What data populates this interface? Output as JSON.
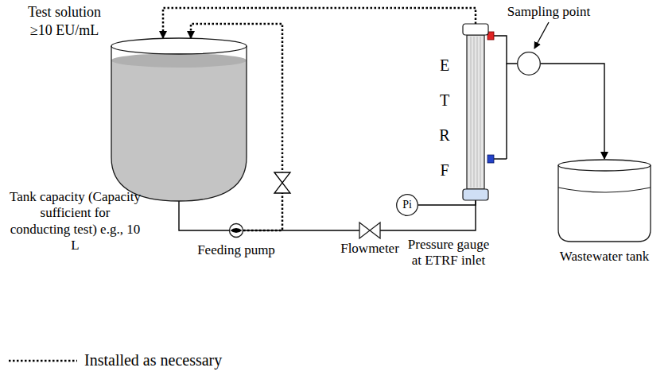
{
  "diagram": {
    "nodes": [
      {
        "text": [
          "Test solution ≥10 EU/mL"
        ]
      },
      {
        "text": [
          "Feeding pump"
        ]
      },
      {
        "text": [
          "Flowmeter"
        ]
      },
      {
        "text": [
          "Pi"
        ]
      },
      {
        "text": [
          "E T R F"
        ]
      },
      {
        "text": [
          "Sampling point"
        ]
      },
      {
        "text": [
          "Wastewater tank"
        ]
      }
    ],
    "edges": [
      {
        "from": 0,
        "to": 1,
        "arrow": "none"
      },
      {
        "from": 1,
        "to": 2,
        "arrow": "none"
      },
      {
        "from": 2,
        "to": 4,
        "arrow": "none"
      },
      {
        "from": 3,
        "to": 4,
        "arrow": "none"
      },
      {
        "from": 4,
        "to": 5,
        "arrow": "none"
      },
      {
        "from": 5,
        "to": 6,
        "arrow": "to"
      },
      {
        "from": 4,
        "to": 0,
        "arrow": "to"
      },
      {
        "from": 1,
        "to": 0,
        "arrow": "to"
      }
    ],
    "labels": [
      "Tank capacity (Capacity sufficient for conducting test) e.g., 10 L",
      "Pressure gauge at ETRF inlet"
    ],
    "legend": [
      {
        "text": "Installed as necessary"
      }
    ]
  }
}
